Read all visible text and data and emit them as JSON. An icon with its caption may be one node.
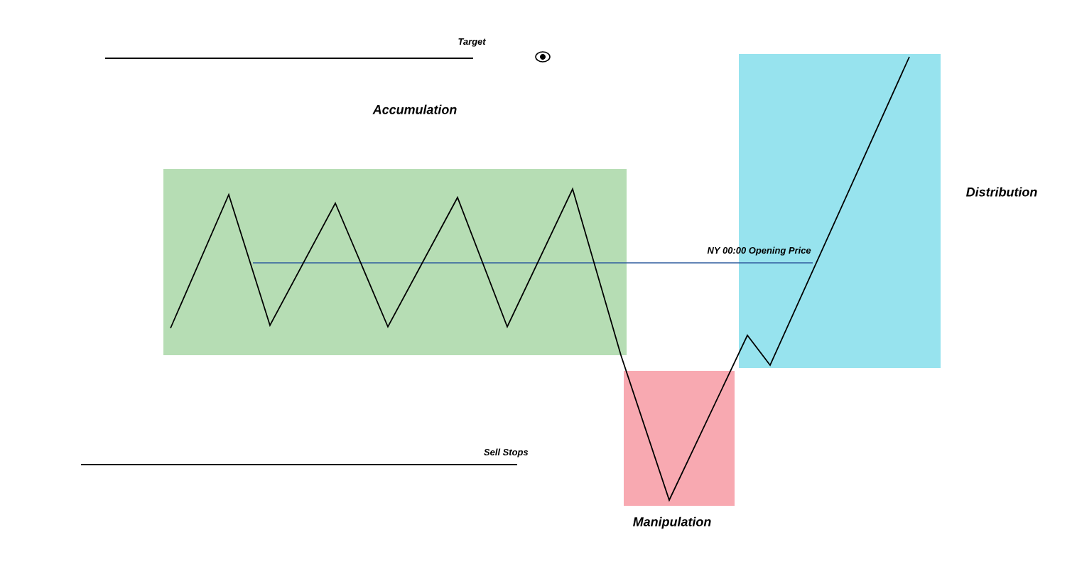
{
  "diagram": {
    "nodes": [
      {
        "text": [
          "Accumulation"
        ]
      },
      {
        "text": [
          "Manipulation"
        ]
      },
      {
        "text": [
          "Distribution"
        ]
      }
    ],
    "labels": [
      "Target",
      "NY 00:00 Opening Price",
      "Sell Stops"
    ]
  }
}
